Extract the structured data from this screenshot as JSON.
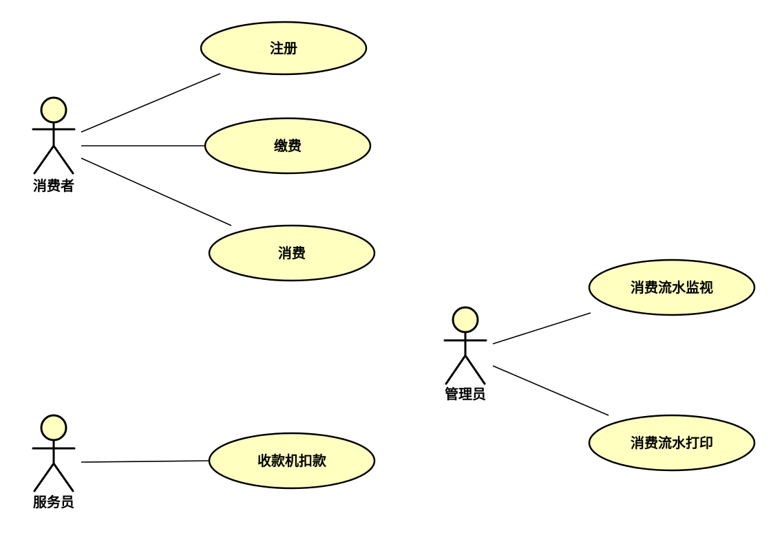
{
  "diagram": {
    "actors": [
      {
        "name": "消费者"
      },
      {
        "name": "管理员"
      },
      {
        "name": "服务员"
      }
    ],
    "use_cases": [
      {
        "label": "注册"
      },
      {
        "label": "缴费"
      },
      {
        "label": "消费"
      },
      {
        "label": "消费流水监视"
      },
      {
        "label": "消费流水打印"
      },
      {
        "label": "收款机扣款"
      }
    ]
  },
  "colors": {
    "use_case_fill": "#ffffc0",
    "actor_head_fill": "#ffffc0",
    "line": "#000000",
    "background": "#ffffff"
  }
}
